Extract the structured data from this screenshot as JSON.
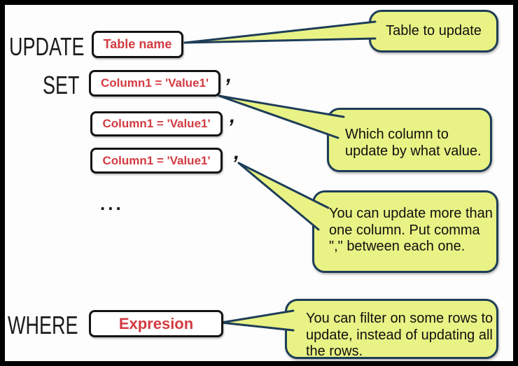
{
  "statement": {
    "update_keyword": "UPDATE",
    "set_keyword": "SET",
    "where_keyword": "WHERE",
    "table_box_label": "Table name",
    "column_boxes": [
      {
        "label": "Column1 = 'Value1'",
        "separator": ","
      },
      {
        "label": "Column1 = 'Value1'",
        "separator": ","
      },
      {
        "label": "Column1 = 'Value1'",
        "separator": ","
      }
    ],
    "ellipsis": "...",
    "expression_box_label": "Expresion"
  },
  "callouts": {
    "table": "Table to update",
    "column": "Which column to\nupdate by what value.",
    "multi_column": "You can update more than\none column. Put comma\n\",\" between each one.",
    "where": "You can filter on some rows to\nupdate, instead of updating all\nthe rows."
  },
  "colors": {
    "callout_fill": "#e9f285",
    "callout_border": "#1e3d58",
    "box_text_red": "#d23b41",
    "keyword_text": "#1b1b1b",
    "frame": "#000000"
  }
}
